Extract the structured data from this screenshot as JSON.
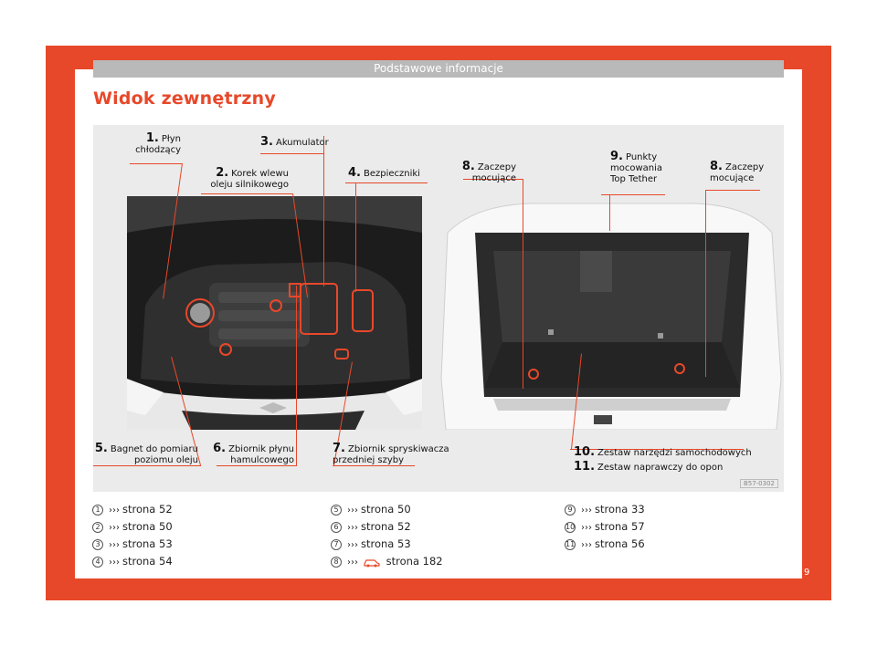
{
  "header": {
    "title": "Podstawowe informacje"
  },
  "page_title": "Widok zewnętrzny",
  "figure": {
    "code": "B57-0302",
    "callouts": {
      "c1": {
        "num": "1.",
        "line1": "Płyn",
        "line2": "chłodzący"
      },
      "c2": {
        "num": "2.",
        "line1": "Korek wlewu",
        "line2": "oleju silnikowego"
      },
      "c3": {
        "num": "3.",
        "line1": "Akumulator"
      },
      "c4": {
        "num": "4.",
        "line1": "Bezpieczniki"
      },
      "c5": {
        "num": "5.",
        "line1": "Bagnet do pomiaru",
        "line2": "poziomu oleju"
      },
      "c6": {
        "num": "6.",
        "line1": "Zbiornik płynu",
        "line2": "hamulcowego"
      },
      "c7": {
        "num": "7.",
        "line1": "Zbiornik spryskiwacza",
        "line2": "przedniej szyby"
      },
      "c8a": {
        "num": "8.",
        "line1": "Zaczepy",
        "line2": "mocujące"
      },
      "c9": {
        "num": "9.",
        "line1": "Punkty",
        "line2": "mocowania",
        "line3": "Top Tether"
      },
      "c8b": {
        "num": "8.",
        "line1": "Zaczepy",
        "line2": "mocujące"
      },
      "c10": {
        "num": "10.",
        "line1": "Zestaw narzędzi samochodowych"
      },
      "c11": {
        "num": "11.",
        "line1": "Zestaw naprawczy do opon"
      }
    }
  },
  "references": {
    "col1": [
      {
        "n": "1",
        "text": "strona 52"
      },
      {
        "n": "2",
        "text": "strona 50"
      },
      {
        "n": "3",
        "text": "strona 53"
      },
      {
        "n": "4",
        "text": "strona 54"
      }
    ],
    "col2": [
      {
        "n": "5",
        "text": "strona 50"
      },
      {
        "n": "6",
        "text": "strona 52"
      },
      {
        "n": "7",
        "text": "strona 53"
      },
      {
        "n": "8",
        "text": "strona 182",
        "icon": "car-book-icon"
      }
    ],
    "col3": [
      {
        "n": "9",
        "text": "strona 33"
      },
      {
        "n": "10",
        "text": "strona 57"
      },
      {
        "n": "11",
        "text": "strona 56"
      }
    ],
    "arrow": "›››"
  },
  "page_number": "9",
  "colors": {
    "accent": "#e8482a",
    "header_bar": "#b9b9b9"
  }
}
